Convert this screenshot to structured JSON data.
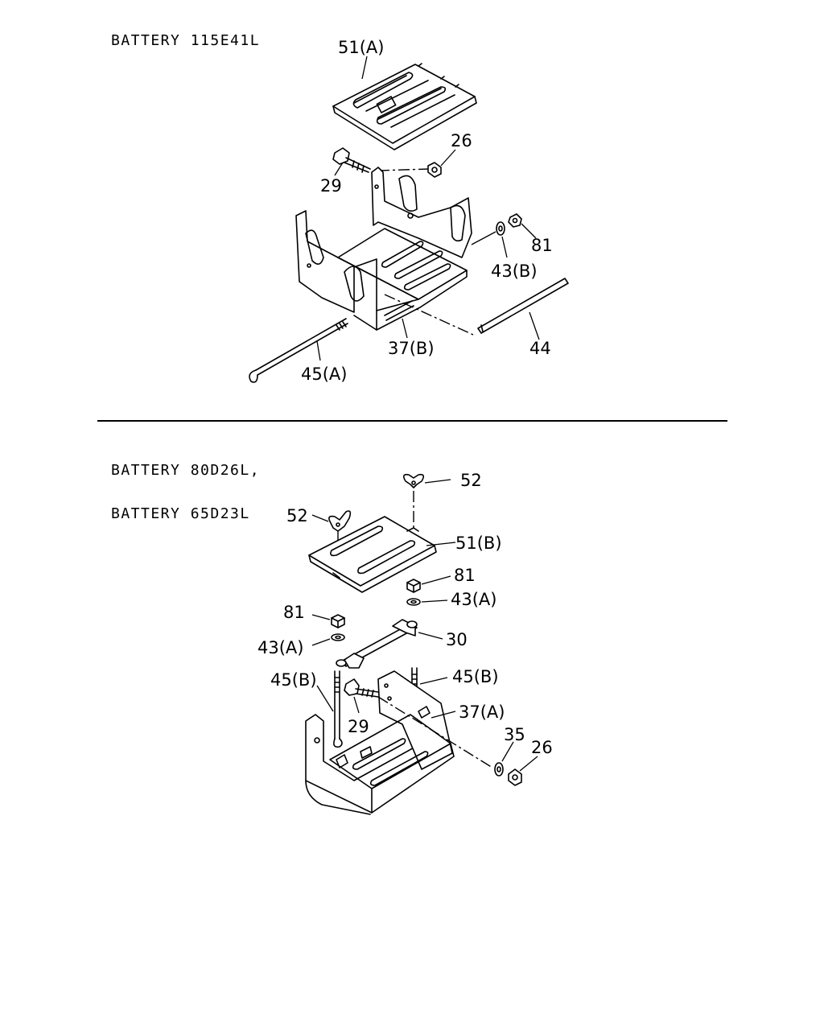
{
  "sections": [
    {
      "heading_lines": [
        "BATTERY 115E41L"
      ],
      "callouts": [
        "51(A)",
        "26",
        "29",
        "81",
        "43(B)",
        "44",
        "37(B)",
        "45(A)"
      ]
    },
    {
      "heading_lines": [
        "BATTERY 80D26L,",
        "BATTERY 65D23L"
      ],
      "callouts": [
        "52",
        "52",
        "51(B)",
        "81",
        "43(A)",
        "81",
        "30",
        "43(A)",
        "45(B)",
        "45(B)",
        "37(A)",
        "29",
        "35",
        "26"
      ]
    }
  ]
}
